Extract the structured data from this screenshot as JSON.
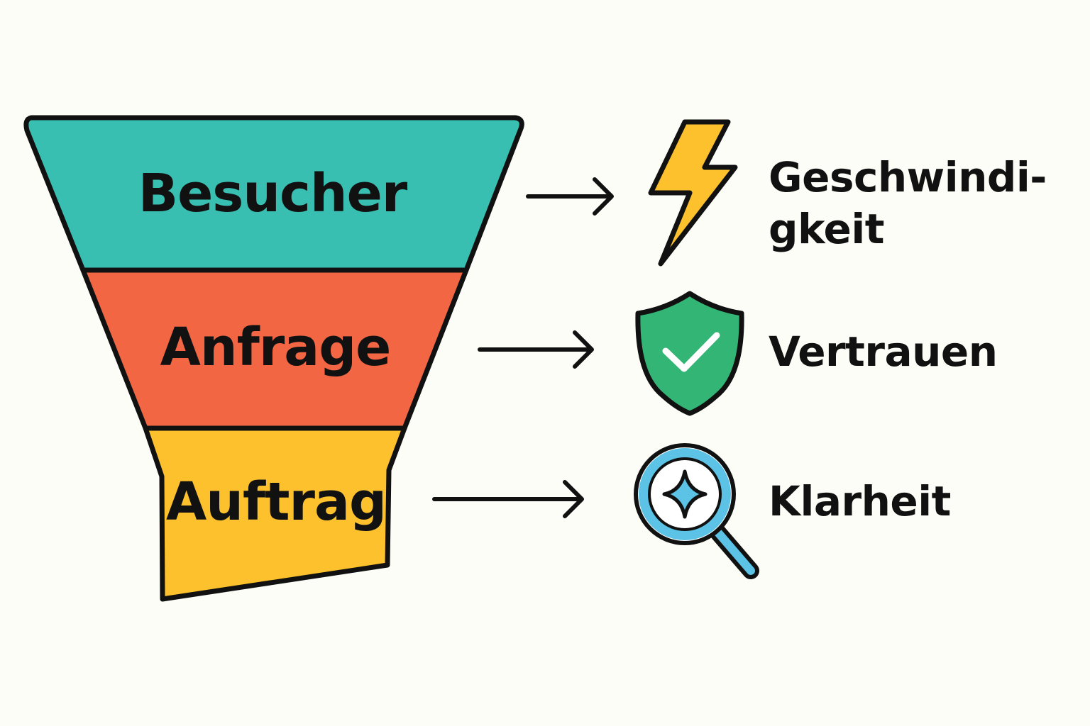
{
  "funnel": {
    "stages": [
      {
        "label": "Besucher",
        "color": "#38bfb2"
      },
      {
        "label": "Anfrage",
        "color": "#f26644"
      },
      {
        "label": "Auftrag",
        "color": "#fcc12c"
      }
    ]
  },
  "benefits": [
    {
      "line1": "Geschwindi-",
      "line2": "gkeit",
      "icon": "lightning-bolt-icon",
      "color": "#fcc12c"
    },
    {
      "line1": "Vertrauen",
      "icon": "shield-check-icon",
      "color": "#33b575"
    },
    {
      "line1": "Klarheit",
      "icon": "magnifier-sparkle-icon",
      "color": "#5cc3e6"
    }
  ]
}
